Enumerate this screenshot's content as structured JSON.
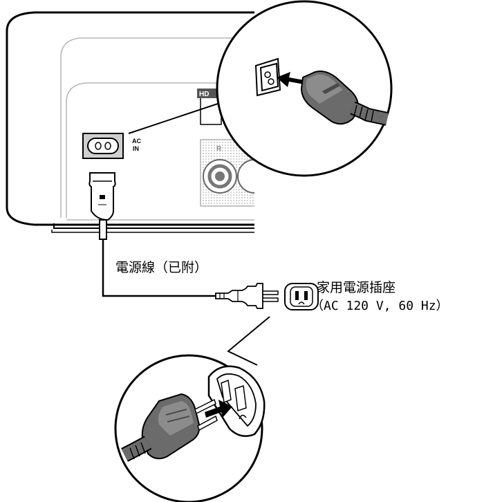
{
  "labels": {
    "power_cord": "電源線（已附）",
    "household_outlet": "家用電源插座",
    "outlet_spec": "（AC 120 V, 60 Hz）",
    "ac_in_top": "AC",
    "ac_in_bottom": "IN",
    "hdmi_tab": "HD",
    "port_letter": "R"
  },
  "colors": {
    "outline": "#000000",
    "panel": "#ffffff",
    "plug_dark": "#4a4a4a",
    "plug_mid": "#6b6b6b",
    "plug_light": "#8c8c8c",
    "dots": "#9a9a9a",
    "inset_line": "#b5b5b5"
  },
  "icons": [
    "ac-inlet-icon",
    "power-plug-icon",
    "wall-outlet-icon",
    "insert-arrow-icon",
    "rca-jack-icon"
  ]
}
